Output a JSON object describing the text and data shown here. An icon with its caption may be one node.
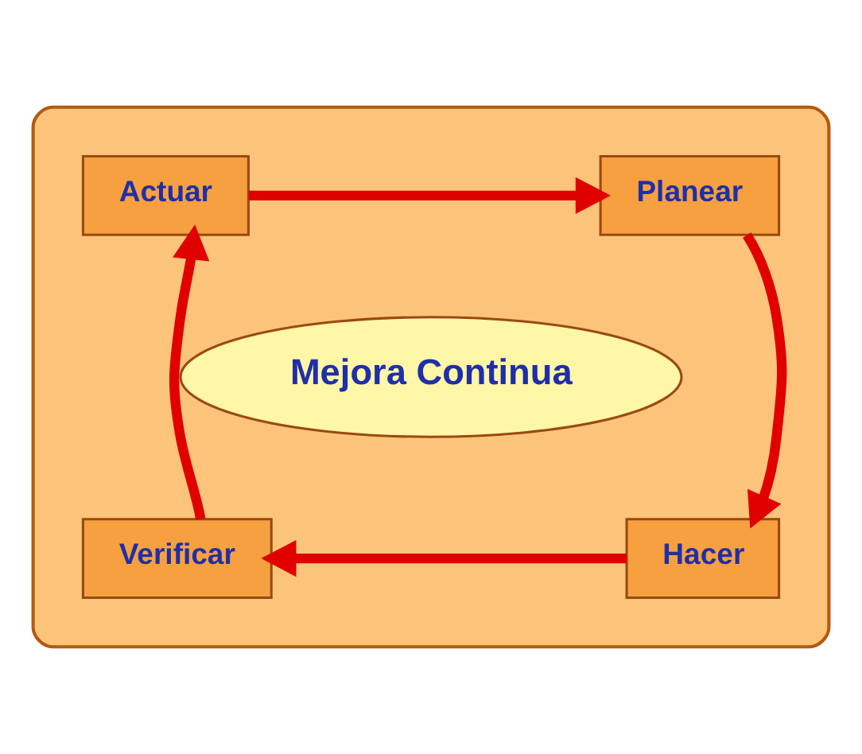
{
  "diagram": {
    "nodes": [
      {
        "text": [],
        "shape": "ellipse"
      },
      {
        "text": [
          "Actuar"
        ],
        "in": 0
      },
      {
        "text": [
          "Planear"
        ],
        "in": 0
      },
      {
        "text": [
          "Mejora Continua"
        ],
        "in": 0
      },
      {
        "text": [
          "Verificar"
        ],
        "in": 0
      },
      {
        "text": [
          "Hacer"
        ],
        "in": 0
      }
    ],
    "edges": [
      {
        "from": 1,
        "to": 2,
        "arrow": "to"
      },
      {
        "from": 2,
        "to": 5,
        "arrow": "to"
      },
      {
        "from": 5,
        "to": 4,
        "arrow": "to"
      },
      {
        "from": 4,
        "to": 1,
        "arrow": "to"
      }
    ]
  }
}
